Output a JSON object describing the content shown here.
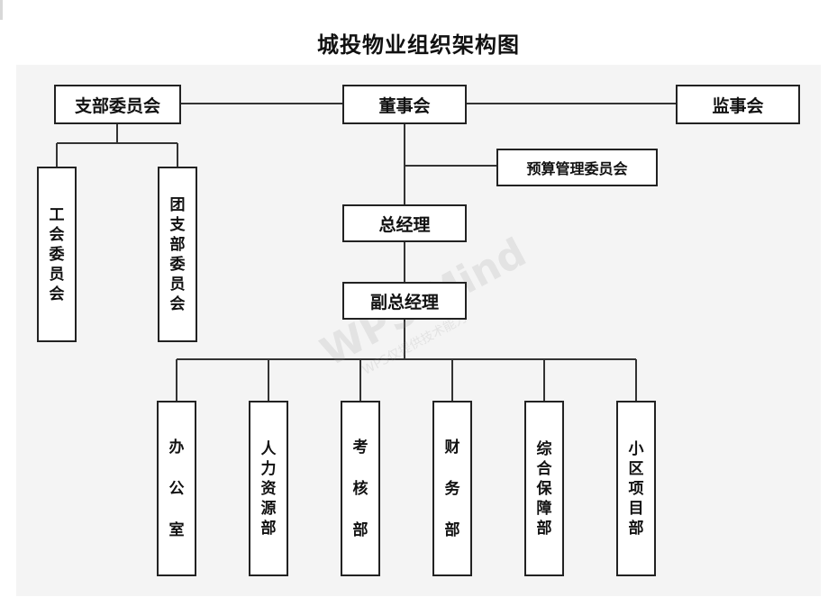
{
  "title": "城投物业组织架构图",
  "nodes": {
    "party_committee": "支部委员会",
    "board": "董事会",
    "supervisors": "监事会",
    "budget_committee": "预算管理委员会",
    "general_manager": "总经理",
    "deputy_gm": "副总经理",
    "union": "工会委员会",
    "youth_league": "团支部委员会",
    "office": "办公室",
    "hr": "人力资源部",
    "assessment": "考核部",
    "finance": "财务部",
    "support": "综合保障部",
    "community": "小区项目部"
  },
  "watermark": {
    "main": "WPS Mind",
    "sub": "WPS仅提供技术能力"
  }
}
